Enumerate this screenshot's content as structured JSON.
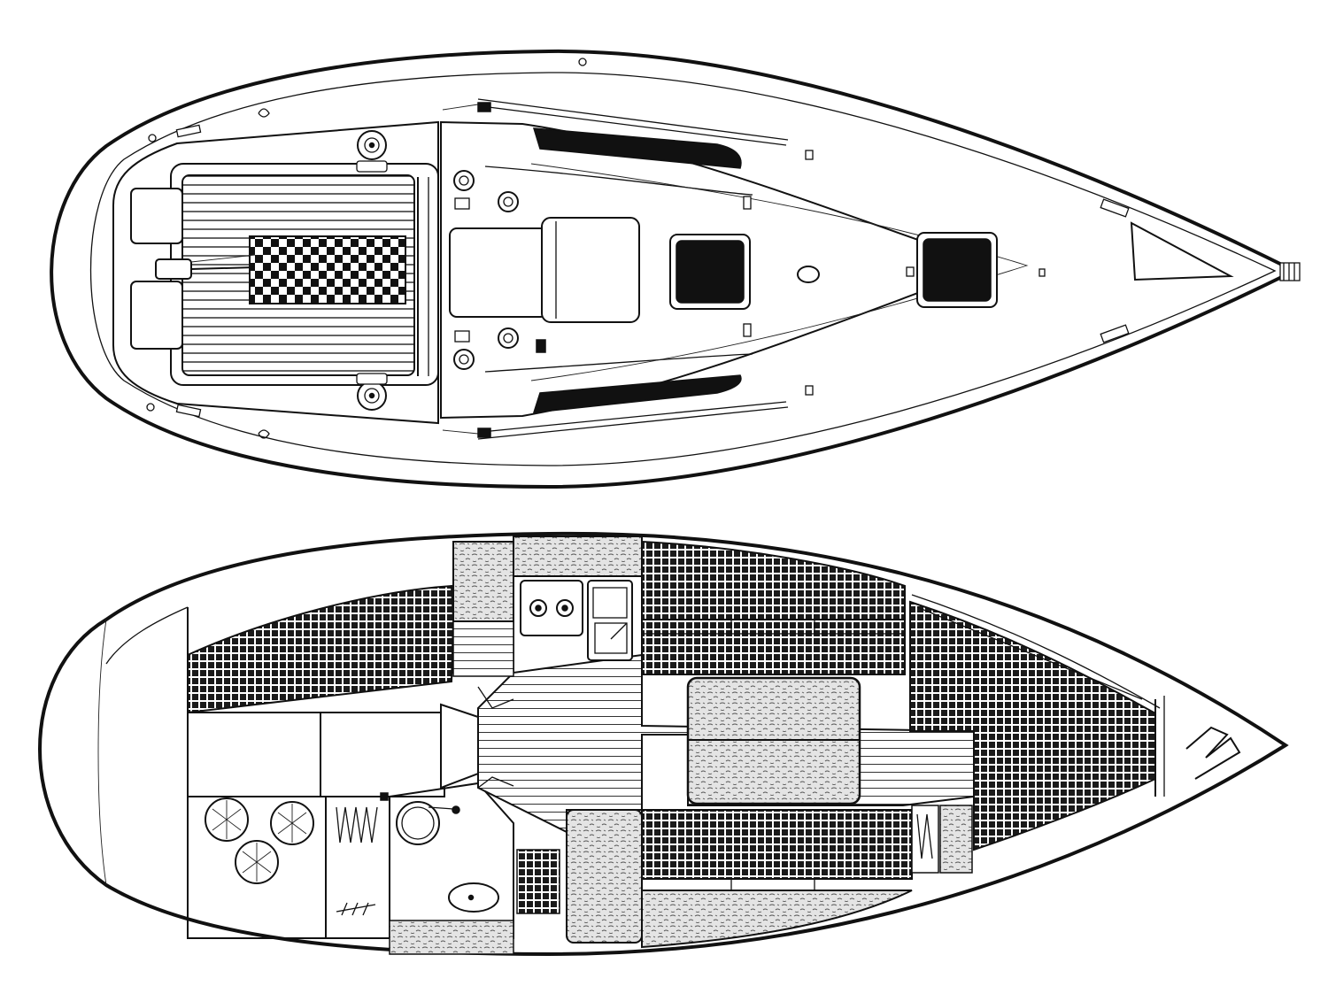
{
  "drawing": {
    "deck_plan": {
      "view": "top",
      "features": [
        "cockpit-grating",
        "winches",
        "deck-hatches",
        "portlights",
        "companionway",
        "bow-pulpit"
      ]
    },
    "interior_plan": {
      "view": "interior",
      "features": [
        "galley-stove",
        "galley-sink",
        "chart-table",
        "heads",
        "saloon-table",
        "v-berth",
        "quarter-berth"
      ]
    },
    "colors": {
      "line": "#111111",
      "fill": "#ffffff"
    }
  }
}
